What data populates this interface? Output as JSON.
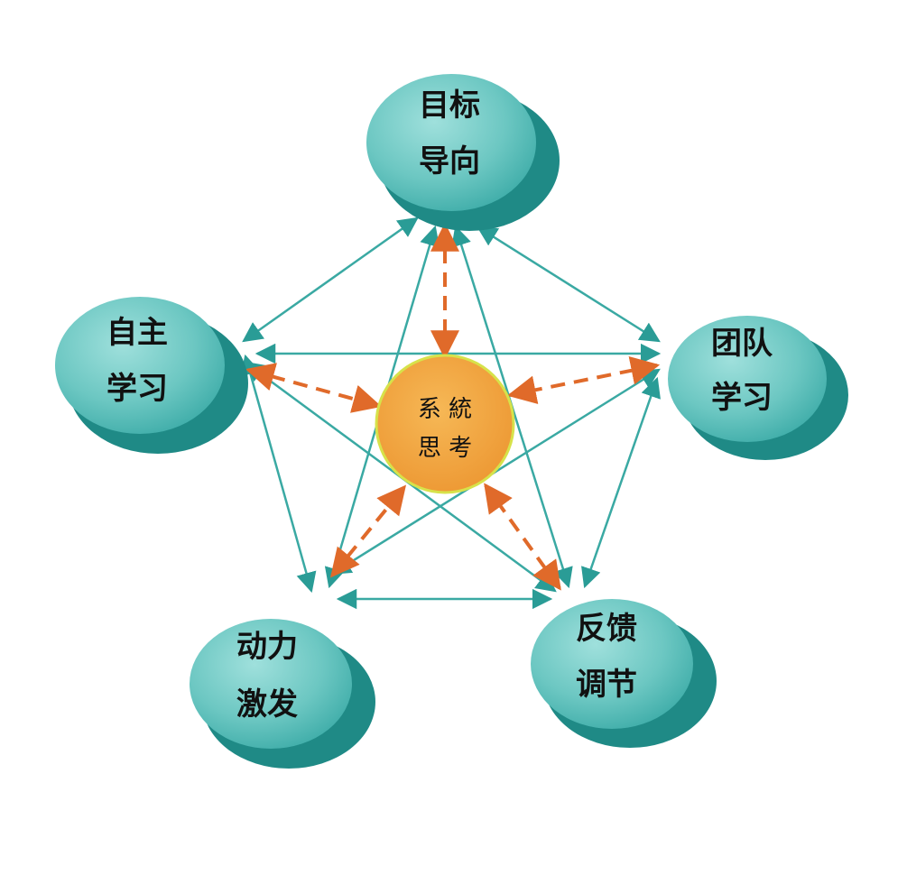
{
  "colors": {
    "node_top": "#7fd0cc",
    "node_mid": "#3fada9",
    "node_side": "#1f8a86",
    "connector": "#3aa9a3",
    "center_fill": "#f0a23a",
    "center_edge": "#d7e24a",
    "center_arrow": "#e06a2a",
    "text": "#111111"
  },
  "diagram": {
    "center": {
      "line1": "系 統",
      "line2": "思 考"
    },
    "nodes": [
      {
        "id": "goal",
        "line1": "目标",
        "line2": "导向",
        "icon": "teal-cylinder"
      },
      {
        "id": "team",
        "line1": "团队",
        "line2": "学习",
        "icon": "teal-cylinder"
      },
      {
        "id": "feedback",
        "line1": "反馈",
        "line2": "调节",
        "icon": "teal-cylinder"
      },
      {
        "id": "motive",
        "line1": "动力",
        "line2": "激发",
        "icon": "teal-cylinder"
      },
      {
        "id": "self",
        "line1": "自主",
        "line2": "学习",
        "icon": "teal-cylinder"
      }
    ],
    "connections": [
      [
        "goal",
        "team"
      ],
      [
        "team",
        "feedback"
      ],
      [
        "feedback",
        "motive"
      ],
      [
        "motive",
        "self"
      ],
      [
        "self",
        "goal"
      ],
      [
        "goal",
        "feedback"
      ],
      [
        "goal",
        "motive"
      ],
      [
        "team",
        "self"
      ],
      [
        "team",
        "motive"
      ],
      [
        "self",
        "feedback"
      ]
    ]
  }
}
